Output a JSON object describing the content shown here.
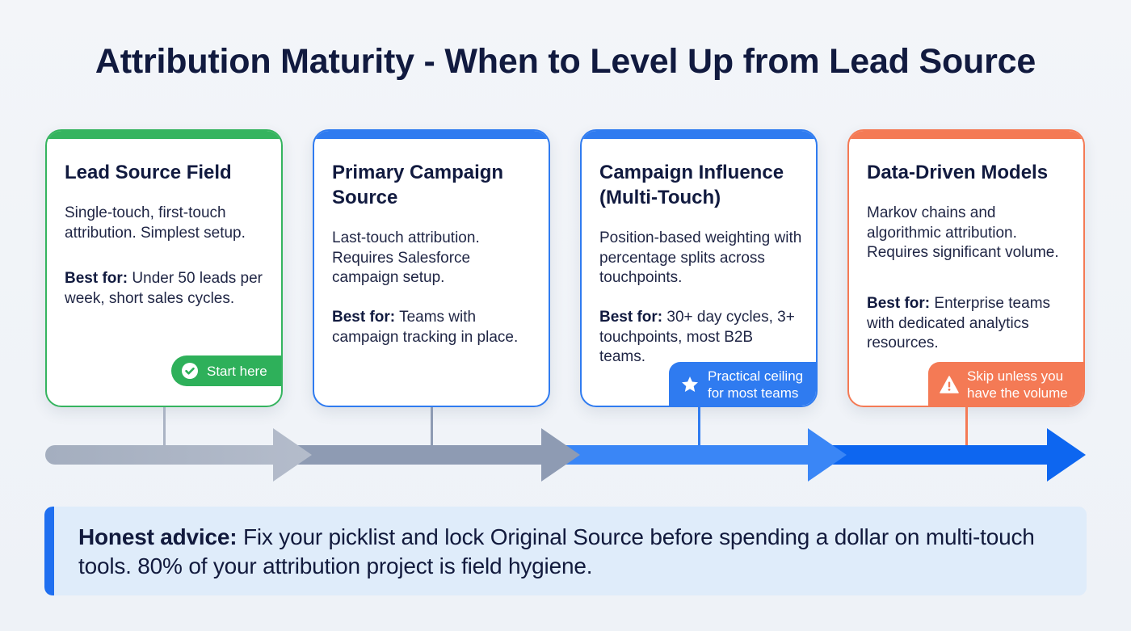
{
  "title": "Attribution Maturity - When to Level Up from Lead Source",
  "stages": [
    {
      "title": "Lead Source Field",
      "description": "Single-touch, first-touch attribution. Simplest setup.",
      "best_for_label": "Best for:",
      "best_for": "Under 50 leads per week, short sales cycles.",
      "badge": "Start here",
      "badge_icon": "check-circle-icon",
      "accent": "#35b45f"
    },
    {
      "title": "Primary Campaign Source",
      "description": "Last-touch attribution. Requires Salesforce campaign setup.",
      "best_for_label": "Best for:",
      "best_for": "Teams with campaign tracking in place.",
      "accent": "#2f7bf0"
    },
    {
      "title": "Campaign Influence (Multi-Touch)",
      "description": "Position-based weighting with percentage splits across touchpoints.",
      "best_for_label": "Best for:",
      "best_for": "30+ day cycles, 3+ touchpoints, most B2B teams.",
      "badge": "Practical ceiling for most teams",
      "badge_icon": "star-icon",
      "accent": "#2f7bf0"
    },
    {
      "title": "Data-Driven Models",
      "description": "Markov chains and algorithmic attribution. Requires significant volume.",
      "best_for_label": "Best for:",
      "best_for": "Enterprise teams with dedicated analytics resources.",
      "badge": "Skip unless you have the volume",
      "badge_icon": "warning-icon",
      "accent": "#f47a55"
    }
  ],
  "timeline": {
    "segment_colors": [
      "#a9b3c4",
      "#8e9bb3",
      "#3c85f5",
      "#0d66f0"
    ]
  },
  "advice": {
    "label": "Honest advice:",
    "text": "Fix your picklist and lock Original Source before spending a dollar on multi-touch tools. 80% of your attribution project is field hygiene."
  }
}
